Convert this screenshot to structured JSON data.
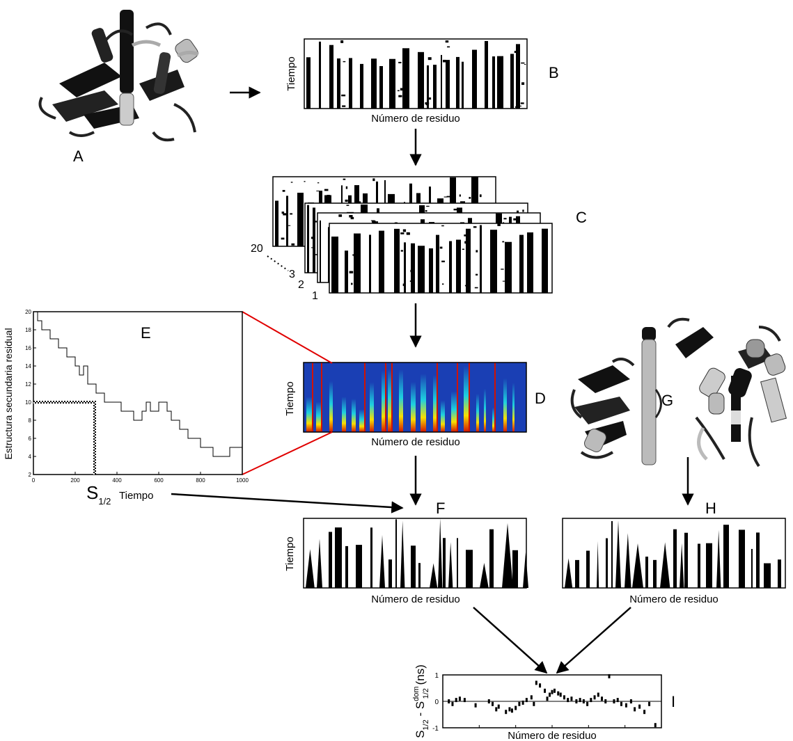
{
  "panels": {
    "a": "A",
    "b": "B",
    "c": "C",
    "d": "D",
    "e": "E",
    "f": "F",
    "g": "G",
    "h": "H",
    "i": "I"
  },
  "axis_labels": {
    "time": "Tiempo",
    "residue_number": "Número de residuo",
    "residual_secondary_structure": "Estructura secundaria residual"
  },
  "stack_labels": [
    "20",
    "3",
    "2",
    "1"
  ],
  "s_half": {
    "s": "S",
    "sub": "1/2"
  },
  "panel_i_ylabel": {
    "s": "S",
    "sub1": "1/2",
    "minus": " - ",
    "s2": "S",
    "sup2": "dom",
    "sub2": "1/2",
    "unit": " (ns)"
  },
  "colors": {
    "zoom_lines": "#e00000",
    "heatmap_low": "#1a3fb4",
    "heatmap_mid": "#1ed0e0",
    "heatmap_high": "#f8e000",
    "heatmap_max": "#d21200",
    "ink": "#000000"
  },
  "chart_data": [
    {
      "type": "line",
      "panel": "E",
      "ylabel": "Estructura secundaria residual",
      "xlabel": "Tiempo",
      "xlim": [
        0,
        1000
      ],
      "ylim": [
        2,
        20
      ],
      "xticks": [
        0,
        200,
        400,
        600,
        800,
        1000
      ],
      "yticks": [
        2,
        4,
        6,
        8,
        10,
        12,
        14,
        16,
        18,
        20
      ],
      "x": [
        0,
        20,
        40,
        60,
        80,
        100,
        120,
        140,
        160,
        180,
        200,
        220,
        240,
        260,
        280,
        300,
        320,
        340,
        360,
        380,
        400,
        420,
        440,
        460,
        480,
        500,
        520,
        540,
        560,
        580,
        600,
        620,
        640,
        660,
        680,
        700,
        720,
        740,
        760,
        780,
        800,
        820,
        840,
        860,
        880,
        900,
        920,
        940,
        960,
        980,
        1000
      ],
      "values": [
        20,
        19,
        18,
        18,
        17,
        17,
        16,
        16,
        15,
        15,
        14,
        13,
        14,
        12,
        12,
        11,
        11,
        10,
        10,
        10,
        10,
        9,
        9,
        9,
        8,
        8,
        9,
        10,
        9,
        9,
        10,
        10,
        9,
        8,
        8,
        7,
        7,
        6,
        6,
        6,
        5,
        5,
        5,
        4,
        4,
        4,
        4,
        5,
        5,
        5,
        5
      ],
      "annotation": {
        "x": 280,
        "y": 10
      }
    },
    {
      "type": "scatter",
      "panel": "I",
      "xlabel": "Número de residuo",
      "ylim": [
        -1,
        1
      ],
      "yticks": [
        -1,
        0,
        1
      ],
      "x": [
        5,
        8,
        11,
        14,
        18,
        27,
        38,
        41,
        44,
        46,
        52,
        55,
        57,
        60,
        63,
        66,
        69,
        73,
        75,
        77,
        80,
        84,
        86,
        88,
        90,
        92,
        95,
        97,
        100,
        103,
        106,
        110,
        113,
        116,
        119,
        122,
        125,
        128,
        131,
        134,
        137,
        141,
        144,
        147,
        151,
        155,
        158,
        162,
        166,
        170,
        175
      ],
      "values": [
        0.0,
        -0.1,
        0.05,
        0.1,
        0.05,
        -0.15,
        0.0,
        -0.1,
        -0.3,
        -0.2,
        -0.4,
        -0.3,
        -0.35,
        -0.25,
        -0.1,
        -0.05,
        0.05,
        0.15,
        -0.1,
        0.7,
        0.6,
        0.4,
        0.1,
        0.25,
        0.35,
        0.4,
        0.3,
        0.25,
        0.15,
        0.05,
        0.1,
        0.0,
        0.05,
        0.0,
        -0.1,
        0.05,
        0.15,
        0.25,
        0.1,
        0.0,
        0.95,
        0.0,
        0.05,
        -0.1,
        -0.15,
        0.0,
        -0.3,
        -0.2,
        -0.4,
        -0.1,
        -0.9
      ]
    }
  ]
}
